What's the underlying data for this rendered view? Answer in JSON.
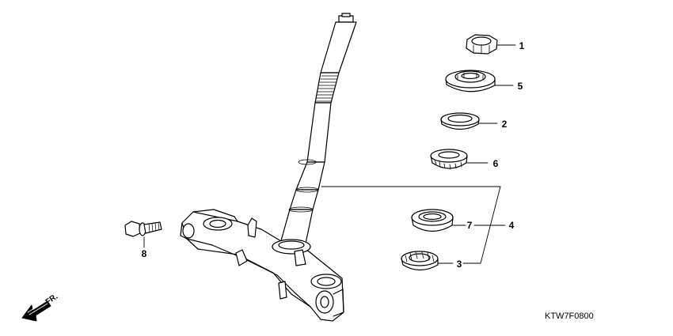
{
  "diagram": {
    "callouts": [
      {
        "id": "c1",
        "label": "1"
      },
      {
        "id": "c5",
        "label": "5"
      },
      {
        "id": "c2",
        "label": "2"
      },
      {
        "id": "c6",
        "label": "6"
      },
      {
        "id": "c7",
        "label": "7"
      },
      {
        "id": "c4",
        "label": "4"
      },
      {
        "id": "c3",
        "label": "3"
      },
      {
        "id": "c8",
        "label": "8"
      }
    ],
    "direction_label": "FR.",
    "drawing_code": "KTW7F0800"
  }
}
